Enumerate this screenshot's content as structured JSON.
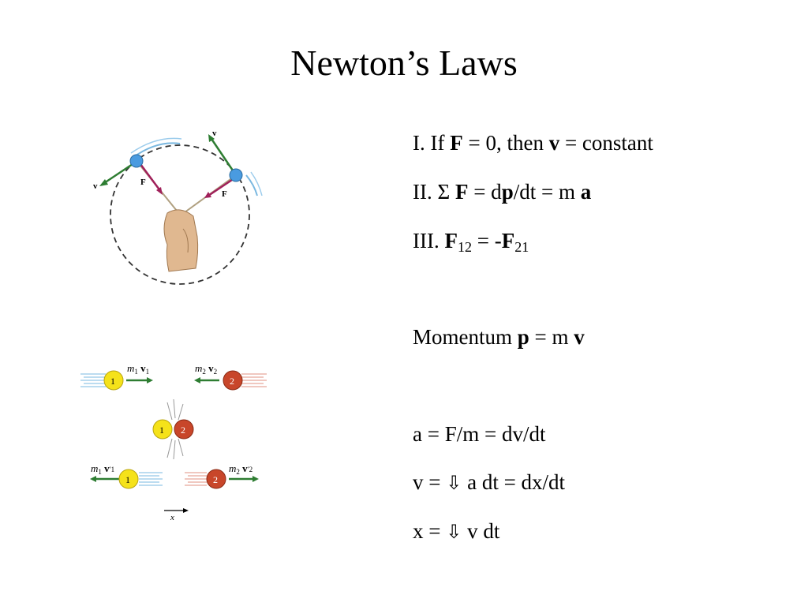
{
  "title": "Newton’s Laws",
  "law1": {
    "prefix": "I.  If ",
    "F": "F",
    "mid": " = 0, then ",
    "v": "v",
    "end": " = constant"
  },
  "law2": {
    "prefix": "II.  ",
    "sigma": "Σ",
    "F": " F",
    "mid": " = d",
    "p": "p",
    "end": "/dt = m ",
    "a": "a"
  },
  "law3": {
    "prefix": "III.  ",
    "F1": "F",
    "sub1": "12",
    "mid": " = -",
    "F2": "F",
    "sub2": "21"
  },
  "momentum": {
    "prefix": "Momentum ",
    "p": "p",
    "mid": " = m ",
    "v": "v"
  },
  "eq_a": "a = F/m = dv/dt",
  "eq_v": {
    "prefix": "v = ",
    "integral": "⇩",
    "end": " a dt = dx/dt"
  },
  "eq_x": {
    "prefix": "x = ",
    "integral": "⇩",
    "end": " v dt"
  },
  "fig_circular": {
    "label_v_top": "v",
    "label_v_left": "v",
    "label_F_left": "F",
    "label_F_right": "F"
  },
  "fig_collision": {
    "ball1": "1",
    "ball2": "2",
    "m1v1_m": "m",
    "m1v1_sub": "1",
    "m1v1_v": "v",
    "m1v1_vsub": "1",
    "m2v2_m": "m",
    "m2v2_sub": "2",
    "m2v2_v": "v",
    "m2v2_vsub": "2",
    "m1v1p_m": "m",
    "m1v1p_sub": "1",
    "m1v1p_v": "v",
    "m1v1p_vsub": "′1",
    "m2v2p_m": "m",
    "m2v2p_sub": "2",
    "m2v2p_v": "v",
    "m2v2p_vsub": "′2",
    "axis": "x"
  },
  "colors": {
    "ball_blue": "#4a9be0",
    "ball_yellow": "#f5e21a",
    "ball_red": "#c8462a",
    "arrow_green": "#2e7d32",
    "arrow_magenta": "#a0205a"
  }
}
